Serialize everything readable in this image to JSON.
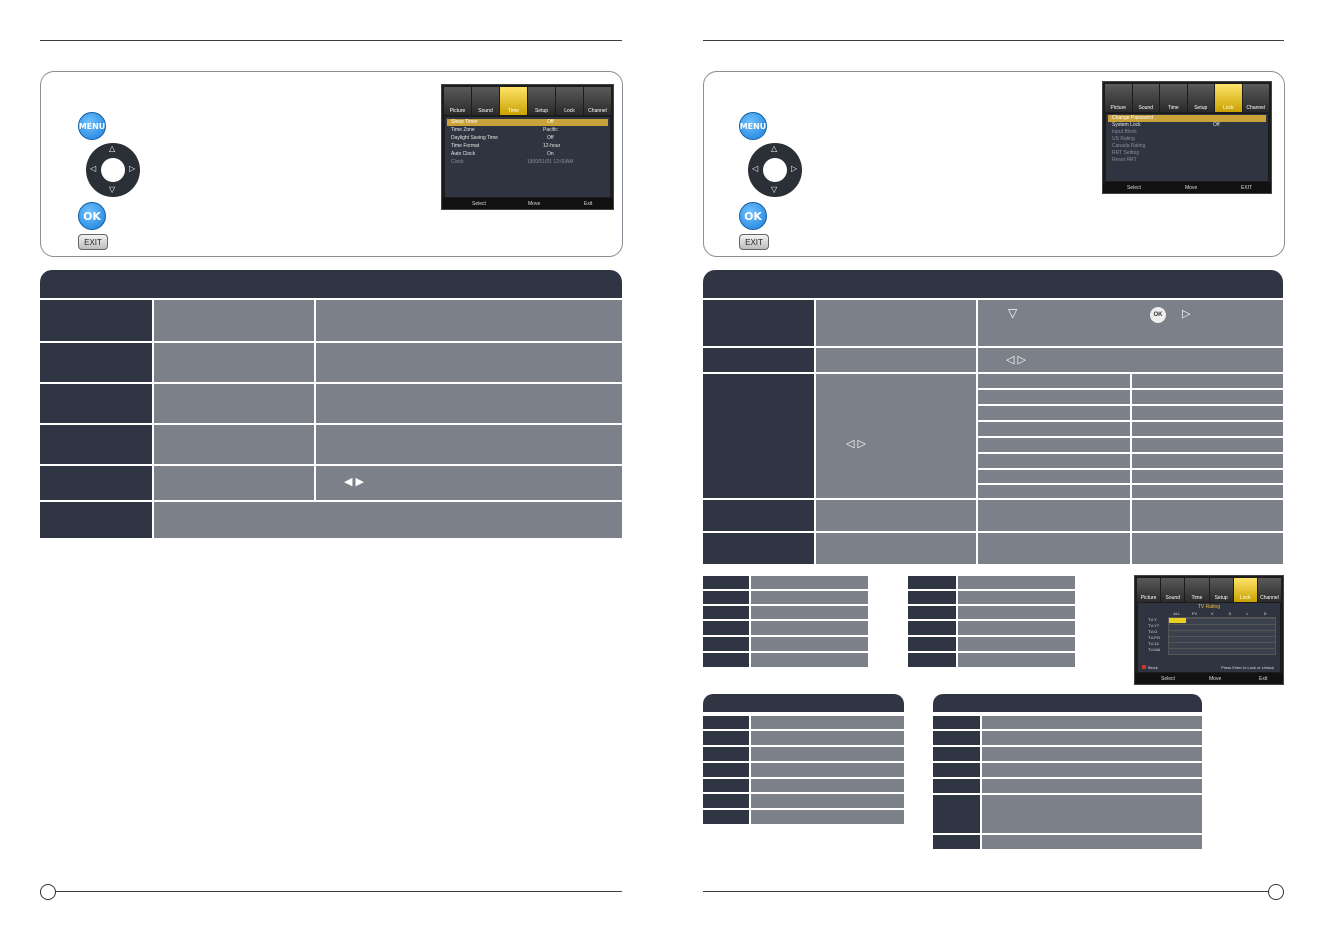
{
  "buttons": {
    "menu_label": "MENU",
    "ok_label": "OK",
    "exit_label": "EXIT"
  },
  "time_osd": {
    "tabs": [
      "Picture",
      "Sound",
      "Time",
      "Setup",
      "Lock",
      "Channel"
    ],
    "selected_tab": 2,
    "items": [
      {
        "label": "Sleep Timer",
        "value": "Off"
      },
      {
        "label": "Time Zone",
        "value": "Pacific"
      },
      {
        "label": "Daylight Saving Time",
        "value": "Off"
      },
      {
        "label": "Time Format",
        "value": "12-hour"
      },
      {
        "label": "Auto Clock",
        "value": "On"
      },
      {
        "label": "Clock",
        "value": "1900/01/01 12:00AM"
      }
    ],
    "footer": {
      "select": "Select",
      "move": "Move",
      "exit": "Exit"
    }
  },
  "lock_osd": {
    "tabs": [
      "Picture",
      "Sound",
      "Time",
      "Setup",
      "Lock",
      "Channel"
    ],
    "selected_tab": 4,
    "items": [
      {
        "label": "Change Password",
        "value": ""
      },
      {
        "label": "System Lock",
        "value": "Off"
      },
      {
        "label": "Input Block",
        "value": ""
      },
      {
        "label": "US Rating",
        "value": ""
      },
      {
        "label": "Canada Rating",
        "value": ""
      },
      {
        "label": "RRT Setting",
        "value": ""
      },
      {
        "label": "Reset RRT",
        "value": ""
      }
    ],
    "footer": {
      "select": "Select",
      "move": "Move",
      "exit": "EXIT"
    }
  },
  "tv_rating_osd": {
    "tabs": [
      "Picture",
      "Sound",
      "Time",
      "Setup",
      "Lock",
      "Channel"
    ],
    "title": "TV Rating",
    "columns": [
      "ALL",
      "FV",
      "V",
      "S",
      "L",
      "D"
    ],
    "rows": [
      "TV-Y",
      "TV-Y7",
      "TV-G",
      "TV-PG",
      "TV-14",
      "TV-MA"
    ],
    "legend": "Block",
    "hint": "Press Enter to Lock or Unlock",
    "footer": {
      "select": "Select",
      "move": "Move",
      "exit": "Exit"
    }
  },
  "small_ok_label": "OK",
  "colors": {
    "dark": "#2f3542",
    "gray": "#7c8088",
    "highlight": "#c9a23a"
  }
}
